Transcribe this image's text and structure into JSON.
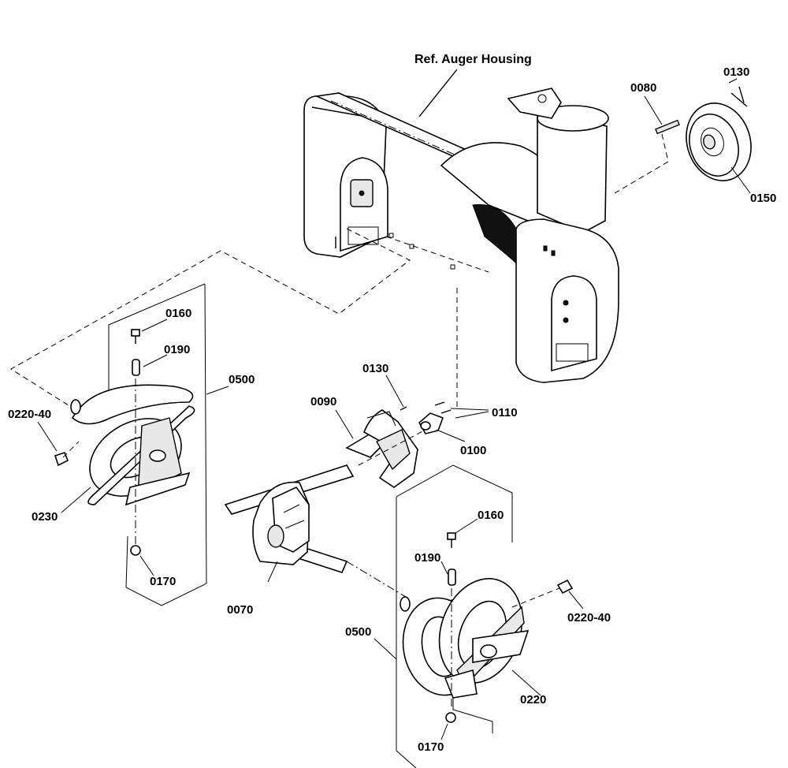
{
  "diagram": {
    "title": "Ref. Auger Housing",
    "callouts": {
      "c0130_top": "0130",
      "c0080": "0080",
      "c0150": "0150",
      "c0160_left": "0160",
      "c0190_left": "0190",
      "c0500_left": "0500",
      "c0220_40_left": "0220-40",
      "c0230": "0230",
      "c0170_left": "0170",
      "c0130_mid": "0130",
      "c0090": "0090",
      "c0110": "0110",
      "c0100": "0100",
      "c0070": "0070",
      "c0160_right": "0160",
      "c0190_right": "0190",
      "c0500_right": "0500",
      "c0220_40_right": "0220-40",
      "c0220": "0220",
      "c0170_right": "0170"
    }
  }
}
